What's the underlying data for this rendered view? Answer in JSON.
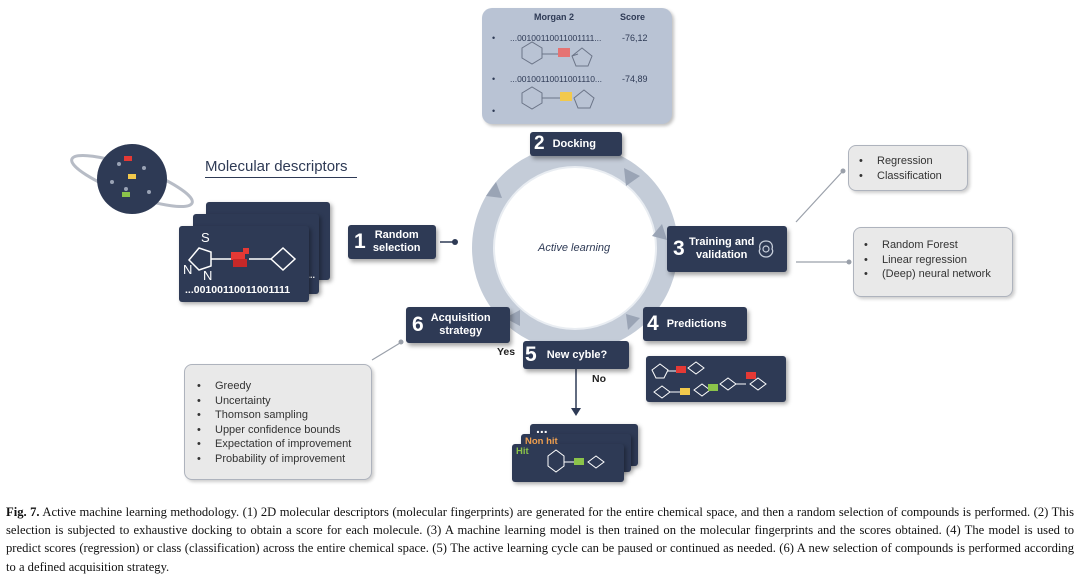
{
  "figure": {
    "descriptors_title": "Molecular descriptors",
    "fingerprint_text": "...00100110011001111",
    "fingerprint_text_partial": "0...",
    "docking_table": {
      "headers": [
        "Morgan 2",
        "Score"
      ],
      "rows": [
        {
          "bits": "...00100110011001111...",
          "score": "-76,12"
        },
        {
          "bits": "...00100110011001110...",
          "score": "-74,89"
        }
      ]
    },
    "center_label": "Active learning",
    "steps": [
      {
        "num": "1",
        "label": "Random selection"
      },
      {
        "num": "2",
        "label": "Docking"
      },
      {
        "num": "3",
        "label": "Training and validation"
      },
      {
        "num": "4",
        "label": "Predictions"
      },
      {
        "num": "5",
        "label": "New cyble?"
      },
      {
        "num": "6",
        "label": "Acquisition strategy"
      }
    ],
    "yes_label": "Yes",
    "no_label": "No",
    "model_types": [
      "Regression",
      "Classification"
    ],
    "models": [
      "Random Forest",
      "Linear regression",
      "(Deep) neural network"
    ],
    "strategies": [
      "Greedy",
      "Uncertainty",
      "Thomson sampling",
      "Upper confidence bounds",
      "Expectation of improvement",
      "Probability of improvement"
    ],
    "results": {
      "dots": "...",
      "nonhit": "Non hit",
      "hit": "Hit"
    },
    "atom_labels": {
      "s": "S",
      "n": "N"
    }
  },
  "caption": {
    "label": "Fig. 7.",
    "text": "Active machine learning methodology. (1) 2D molecular descriptors (molecular fingerprints) are generated for the entire chemical space, and then a random selection of compounds is performed. (2) This selection is subjected to exhaustive docking to obtain a score for each molecule. (3) A machine learning model is then trained on the molecular fingerprints and the scores obtained. (4) The model is used to predict scores (regression) or class (classification) across the entire chemical space. (5) The active learning cycle can be paused or continued as needed. (6) A new selection of compounds is performed according to a defined acquisition strategy."
  },
  "colors": {
    "navy": "#2e3a55",
    "cycle": "#c4ccd8",
    "hit": "#8bc34a",
    "nonhit": "#f0a050",
    "block_red": "#e53935",
    "block_yellow": "#f2c94c"
  }
}
